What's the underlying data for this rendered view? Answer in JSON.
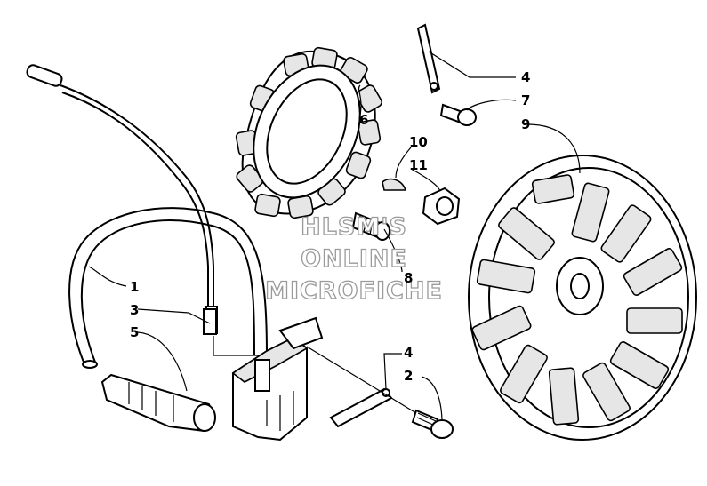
{
  "watermark": {
    "line1": "HLSM'S",
    "line2": "ONLINE",
    "line3": "MICROFICHE"
  },
  "callouts": {
    "c1": "1",
    "c2": "2",
    "c3": "3",
    "c4a": "4",
    "c4b": "4",
    "c5": "5",
    "c6": "6",
    "c7": "7",
    "c8": "8",
    "c9": "9",
    "c10": "10",
    "c11": "11"
  },
  "parts": [
    {
      "ref": "1",
      "icon": "high-tension-lead-icon"
    },
    {
      "ref": "2",
      "icon": "bolt-icon"
    },
    {
      "ref": "3",
      "icon": "ground-wire-terminal-icon"
    },
    {
      "ref": "4",
      "icon": "clamp-strap-icon"
    },
    {
      "ref": "5",
      "icon": "spark-plug-cap-icon"
    },
    {
      "ref": "6",
      "icon": "stator-coil-icon"
    },
    {
      "ref": "7",
      "icon": "screw-icon"
    },
    {
      "ref": "8",
      "icon": "stud-bolt-icon"
    },
    {
      "ref": "9",
      "icon": "flywheel-icon"
    },
    {
      "ref": "10",
      "icon": "woodruff-key-icon"
    },
    {
      "ref": "11",
      "icon": "nut-icon"
    }
  ]
}
